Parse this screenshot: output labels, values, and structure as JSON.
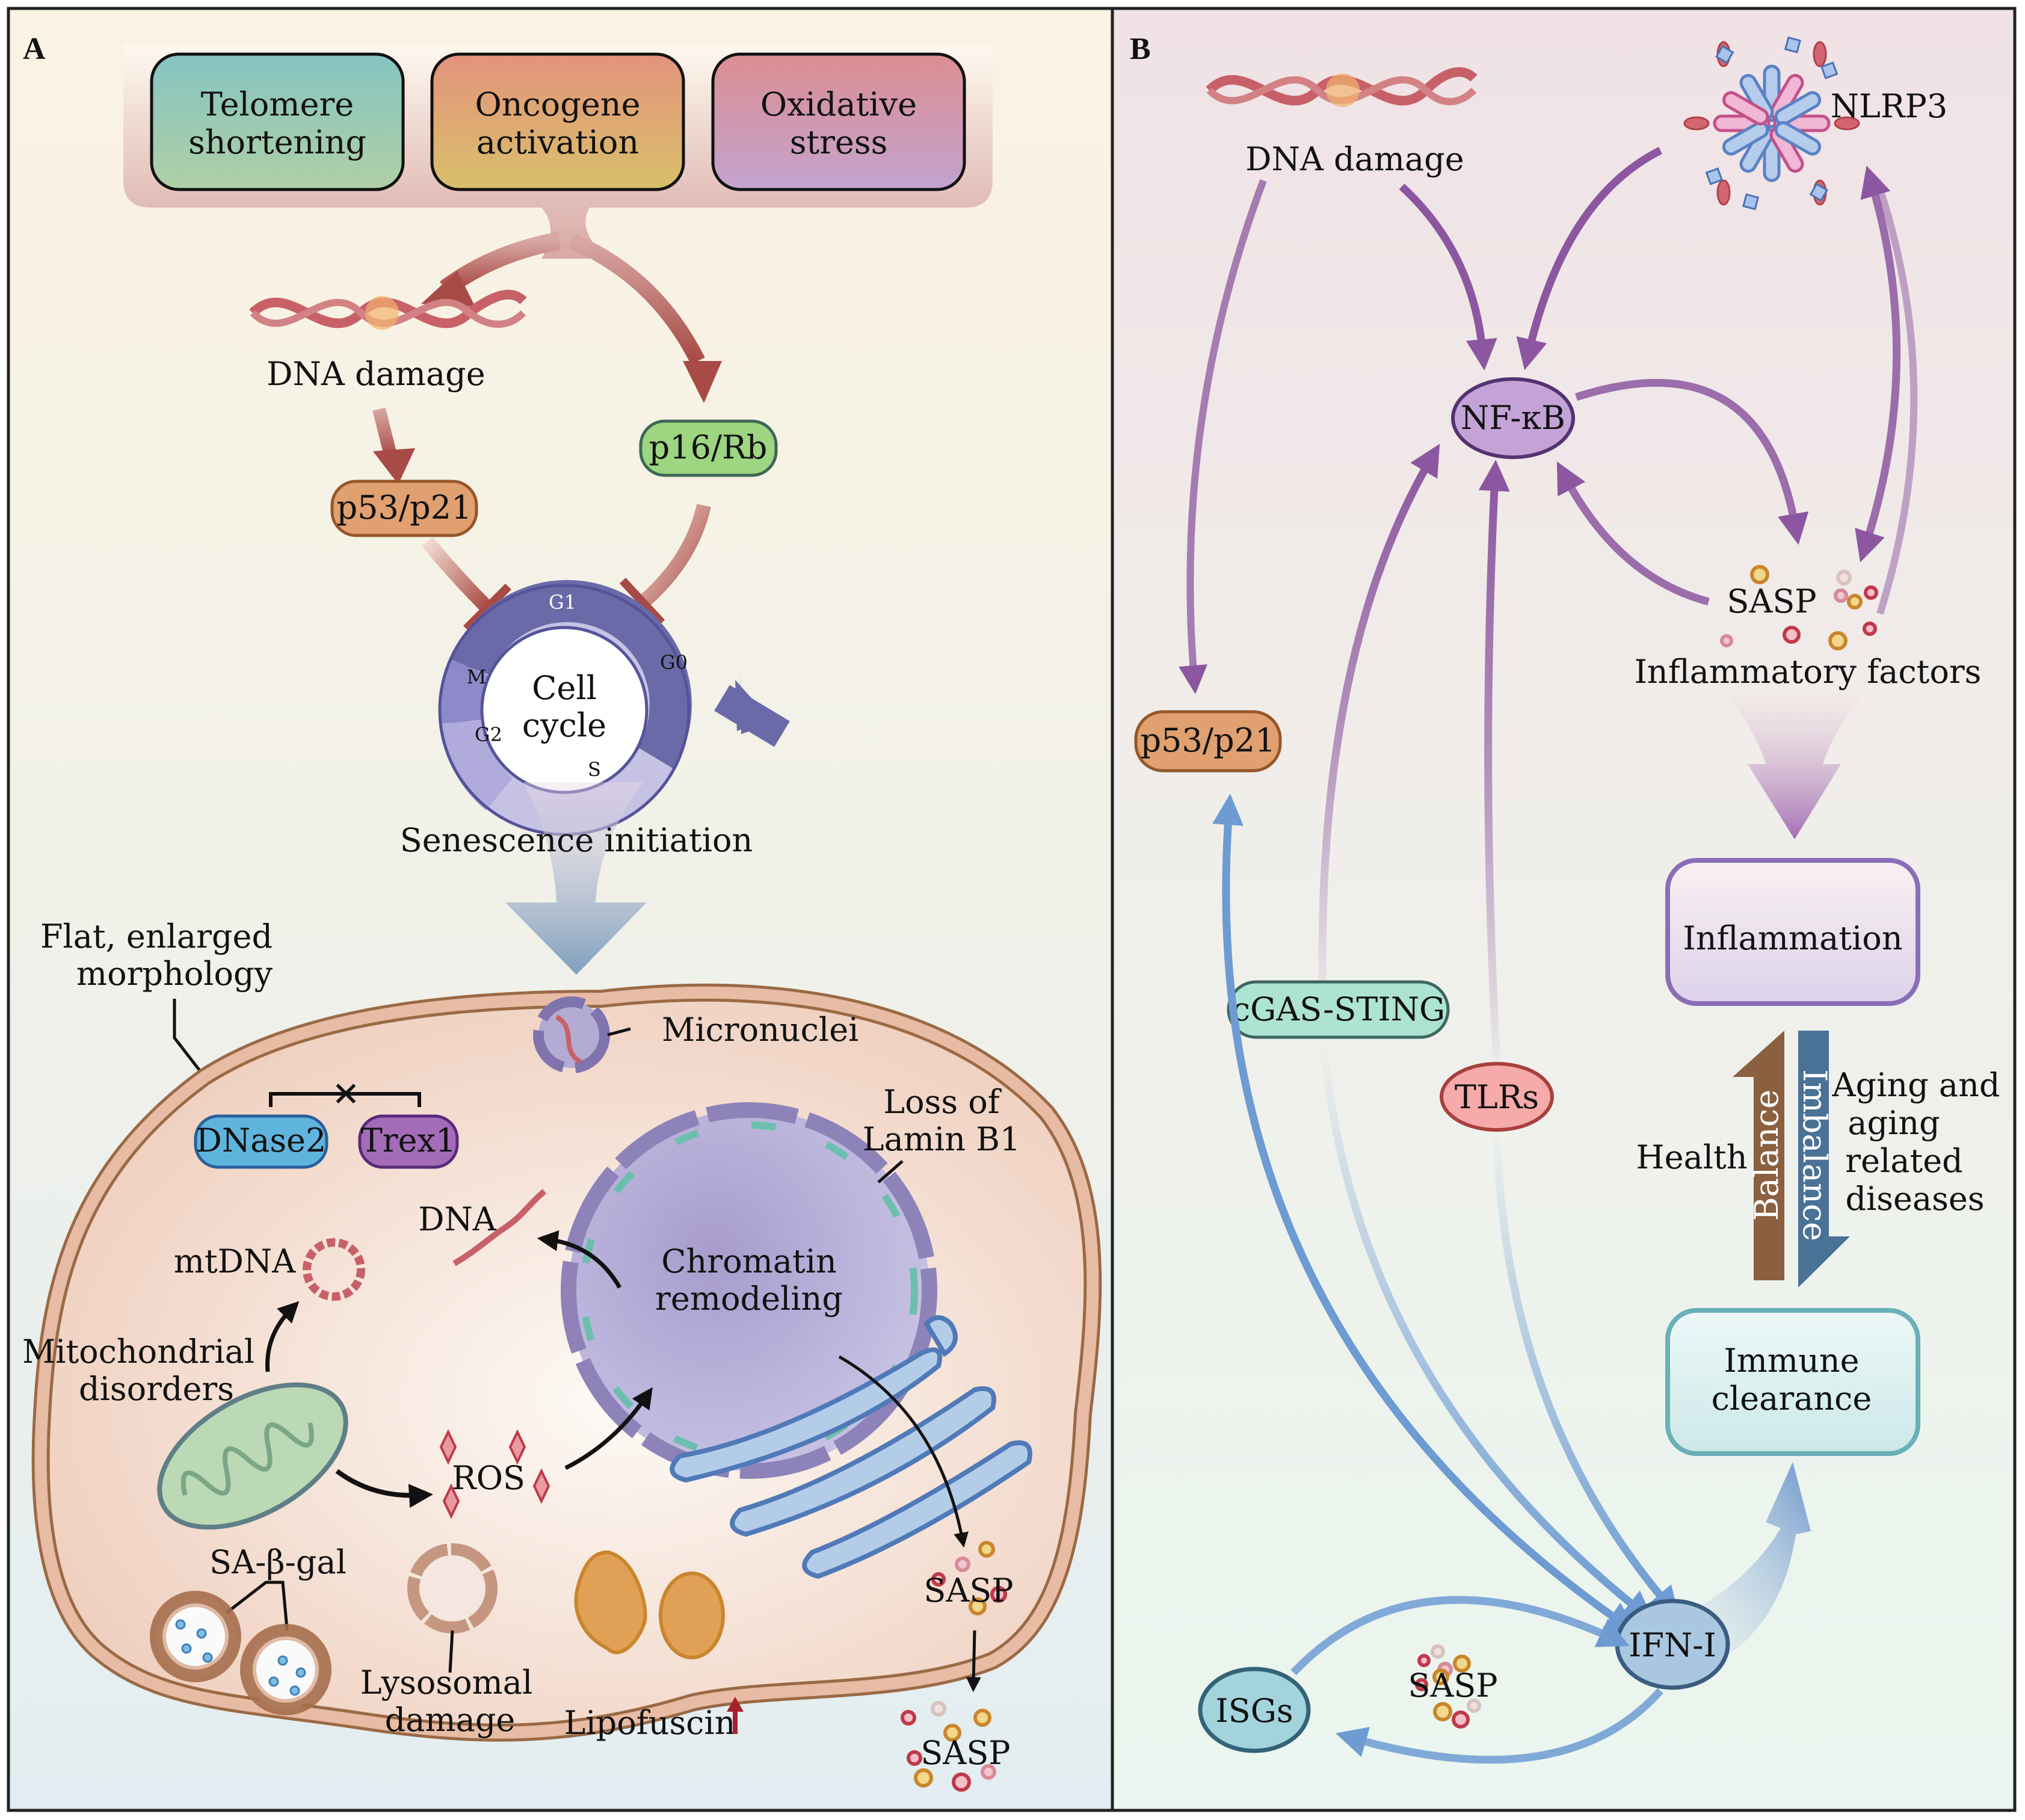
{
  "figure": {
    "panel_a": {
      "letter": "A",
      "stressors": [
        {
          "line1": "Telomere",
          "line2": "shortening"
        },
        {
          "line1": "Oncogene",
          "line2": "activation"
        },
        {
          "line1": "Oxidative",
          "line2": "stress"
        }
      ],
      "dna_damage": "DNA damage",
      "p53_p21": "p53/p21",
      "p16_rb": "p16/Rb",
      "cell_cycle": {
        "line1": "Cell",
        "line2": "cycle",
        "phases": {
          "g1": "G1",
          "g0": "G0",
          "m": "M",
          "g2": "G2",
          "s": "S"
        }
      },
      "senescence_initiation": "Senescence initiation",
      "morphology": {
        "line1": "Flat, enlarged",
        "line2": "morphology"
      },
      "dnase2": "DNase2",
      "trex1": "Trex1",
      "micronuclei": "Micronuclei",
      "lamin": {
        "line1": "Loss of",
        "line2": "Lamin B1"
      },
      "dna": "DNA",
      "mtdna": "mtDNA",
      "chromatin": {
        "line1": "Chromatin",
        "line2": "remodeling"
      },
      "mito": {
        "line1": "Mitochondrial",
        "line2": "disorders"
      },
      "ros": "ROS",
      "sa_beta_gal": "SA-β-gal",
      "lysosomal": {
        "line1": "Lysosomal",
        "line2": "damage"
      },
      "lipofuscin": "Lipofuscin",
      "sasp_inner": "SASP",
      "sasp_outer": "SASP"
    },
    "panel_b": {
      "letter": "B",
      "dna_damage": "DNA damage",
      "nlrp3": "NLRP3",
      "nfkb": "NF-κB",
      "sasp": "SASP",
      "inflammatory_factors": "Inflammatory factors",
      "p53_p21": "p53/p21",
      "inflammation": "Inflammation",
      "cgas_sting": "cGAS-STING",
      "tlrs": "TLRs",
      "balance": "Balance",
      "imbalance": "Imbalance",
      "health": "Health",
      "aging": {
        "line1": "Aging and",
        "line2": "aging",
        "line3": "related",
        "line4": "diseases"
      },
      "immune_clearance": {
        "line1": "Immune",
        "line2": "clearance"
      },
      "ifn_i": "IFN-I",
      "isgs": "ISGs",
      "sasp_bottom": "SASP"
    }
  },
  "colors": {
    "telomere": "#8fc8bf",
    "oncogene": "#e0a07a",
    "oxidative": "#d592a0",
    "p53": "#e0a070",
    "p16": "#9dd581",
    "cell_cycle": "#6b6aa8",
    "dnase2": "#5fb4dd",
    "trex1": "#a46cb8",
    "nfkb": "#c4a3d6",
    "cgas": "#ade3d3",
    "tlrs": "#f6aaaa",
    "balance": "#8a6040",
    "imbalance": "#4a7196",
    "ifn": "#a9c7e0",
    "isgs": "#a3d3dc",
    "purple_arrow": "#8c57a0",
    "blue_arrow": "#6d9bd2",
    "red_arrow": "#a84a45"
  }
}
